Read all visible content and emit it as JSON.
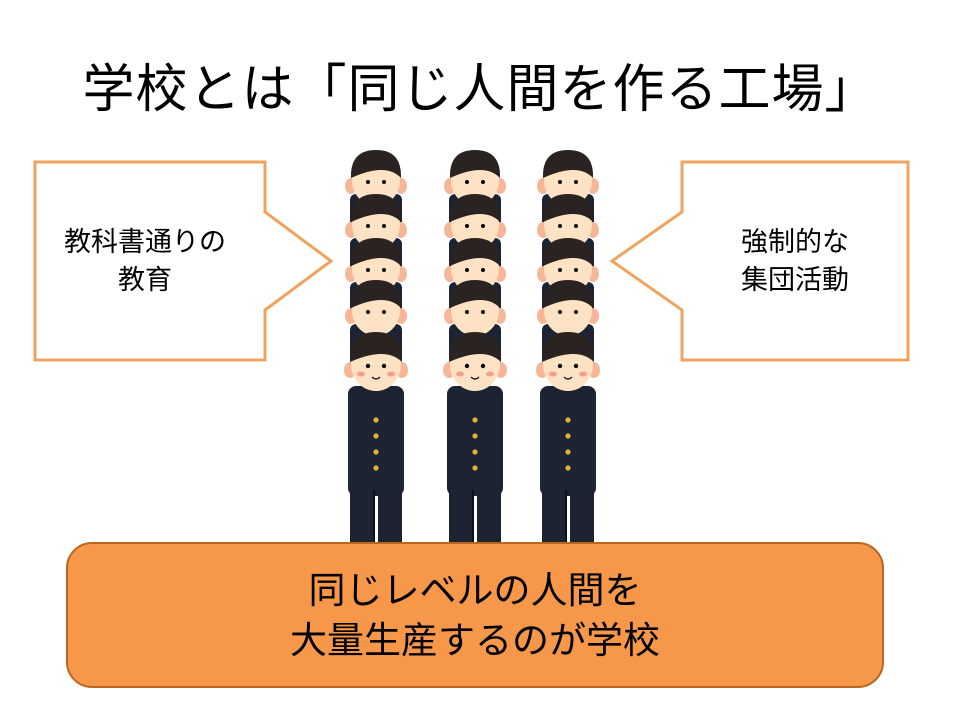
{
  "slide": {
    "title": "学校とは「同じ人間を作る工場」",
    "left_arrow": {
      "line1": "教科書通りの",
      "line2": "教育"
    },
    "right_arrow": {
      "line1": "強制的な",
      "line2": "集団活動"
    },
    "bottom_box": {
      "line1": "同じレベルの人間を",
      "line2": "大量生産するのが学校"
    }
  },
  "colors": {
    "arrow_border": "#f0a35e",
    "box_fill": "#f7974a",
    "box_border": "#b9671f",
    "uniform": "#1c2333",
    "skin": "#fde3c3",
    "hair": "#2a2322",
    "buttons": "#e8b13a"
  },
  "illustration": {
    "columns": 3,
    "heads_per_column": 5,
    "icon": "students-in-uniform-icon"
  }
}
